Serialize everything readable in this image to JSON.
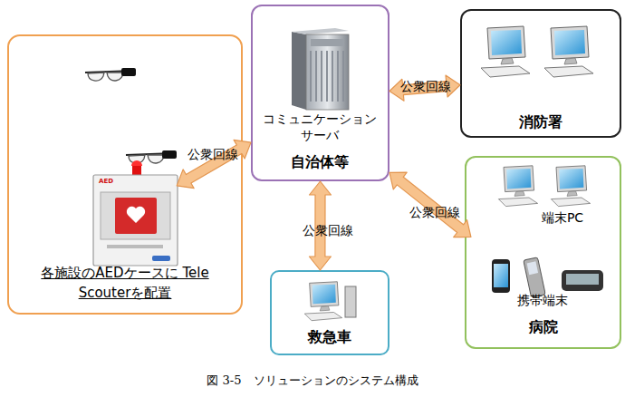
{
  "diagram": {
    "caption": "図 3-5　ソリューションのシステム構成",
    "nodes": [
      {
        "text": [
          "各施設のAEDケースに Tele Scouterを配置"
        ]
      },
      {
        "text": [
          "コミュニケーション サーバ",
          "自治体等"
        ]
      },
      {
        "text": [
          "消防署"
        ]
      },
      {
        "text": [
          "端末PC",
          "携帯端末",
          "病院"
        ]
      },
      {
        "text": [
          "救急車"
        ]
      }
    ],
    "edges": [
      {
        "from": 0,
        "to": 1,
        "arrow": "both",
        "label": "公衆回線"
      },
      {
        "from": 1,
        "to": 2,
        "arrow": "both",
        "label": "公衆回線"
      },
      {
        "from": 1,
        "to": 4,
        "arrow": "both",
        "label": "公衆回線"
      },
      {
        "from": 1,
        "to": 3,
        "arrow": "both",
        "label": "公衆回線"
      }
    ],
    "labels": [
      "AED"
    ]
  }
}
